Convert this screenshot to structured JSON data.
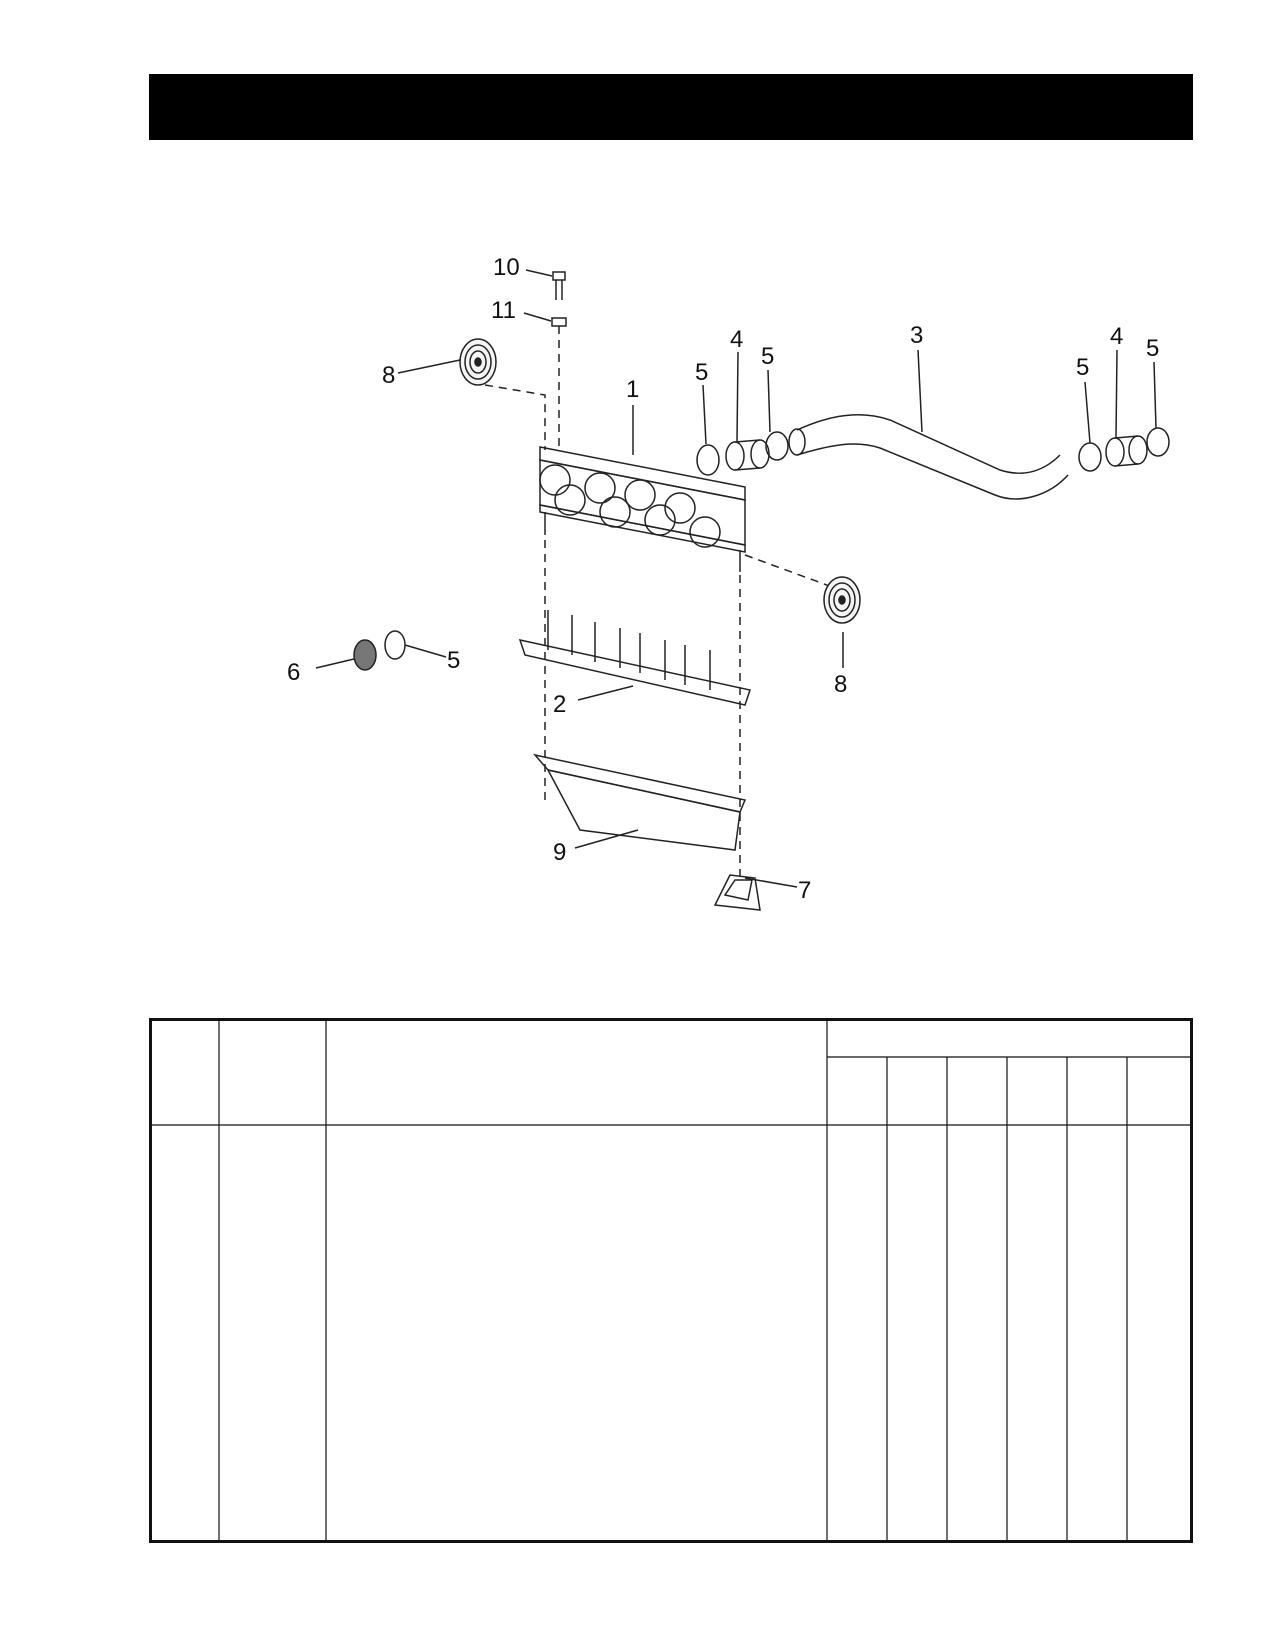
{
  "header": {
    "title": ""
  },
  "callouts": [
    {
      "id": "c10",
      "label": "10"
    },
    {
      "id": "c11",
      "label": "11"
    },
    {
      "id": "c8a",
      "label": "8"
    },
    {
      "id": "c1",
      "label": "1"
    },
    {
      "id": "c5a",
      "label": "5"
    },
    {
      "id": "c4a",
      "label": "4"
    },
    {
      "id": "c5b",
      "label": "5"
    },
    {
      "id": "c3",
      "label": "3"
    },
    {
      "id": "c5c",
      "label": "5"
    },
    {
      "id": "c4b",
      "label": "4"
    },
    {
      "id": "c5d",
      "label": "5"
    },
    {
      "id": "c6",
      "label": "6"
    },
    {
      "id": "c5e",
      "label": "5"
    },
    {
      "id": "c2",
      "label": "2"
    },
    {
      "id": "c8b",
      "label": "8"
    },
    {
      "id": "c9",
      "label": "9"
    },
    {
      "id": "c7",
      "label": "7"
    }
  ],
  "parts_table": {
    "columns": 9,
    "rows": []
  }
}
